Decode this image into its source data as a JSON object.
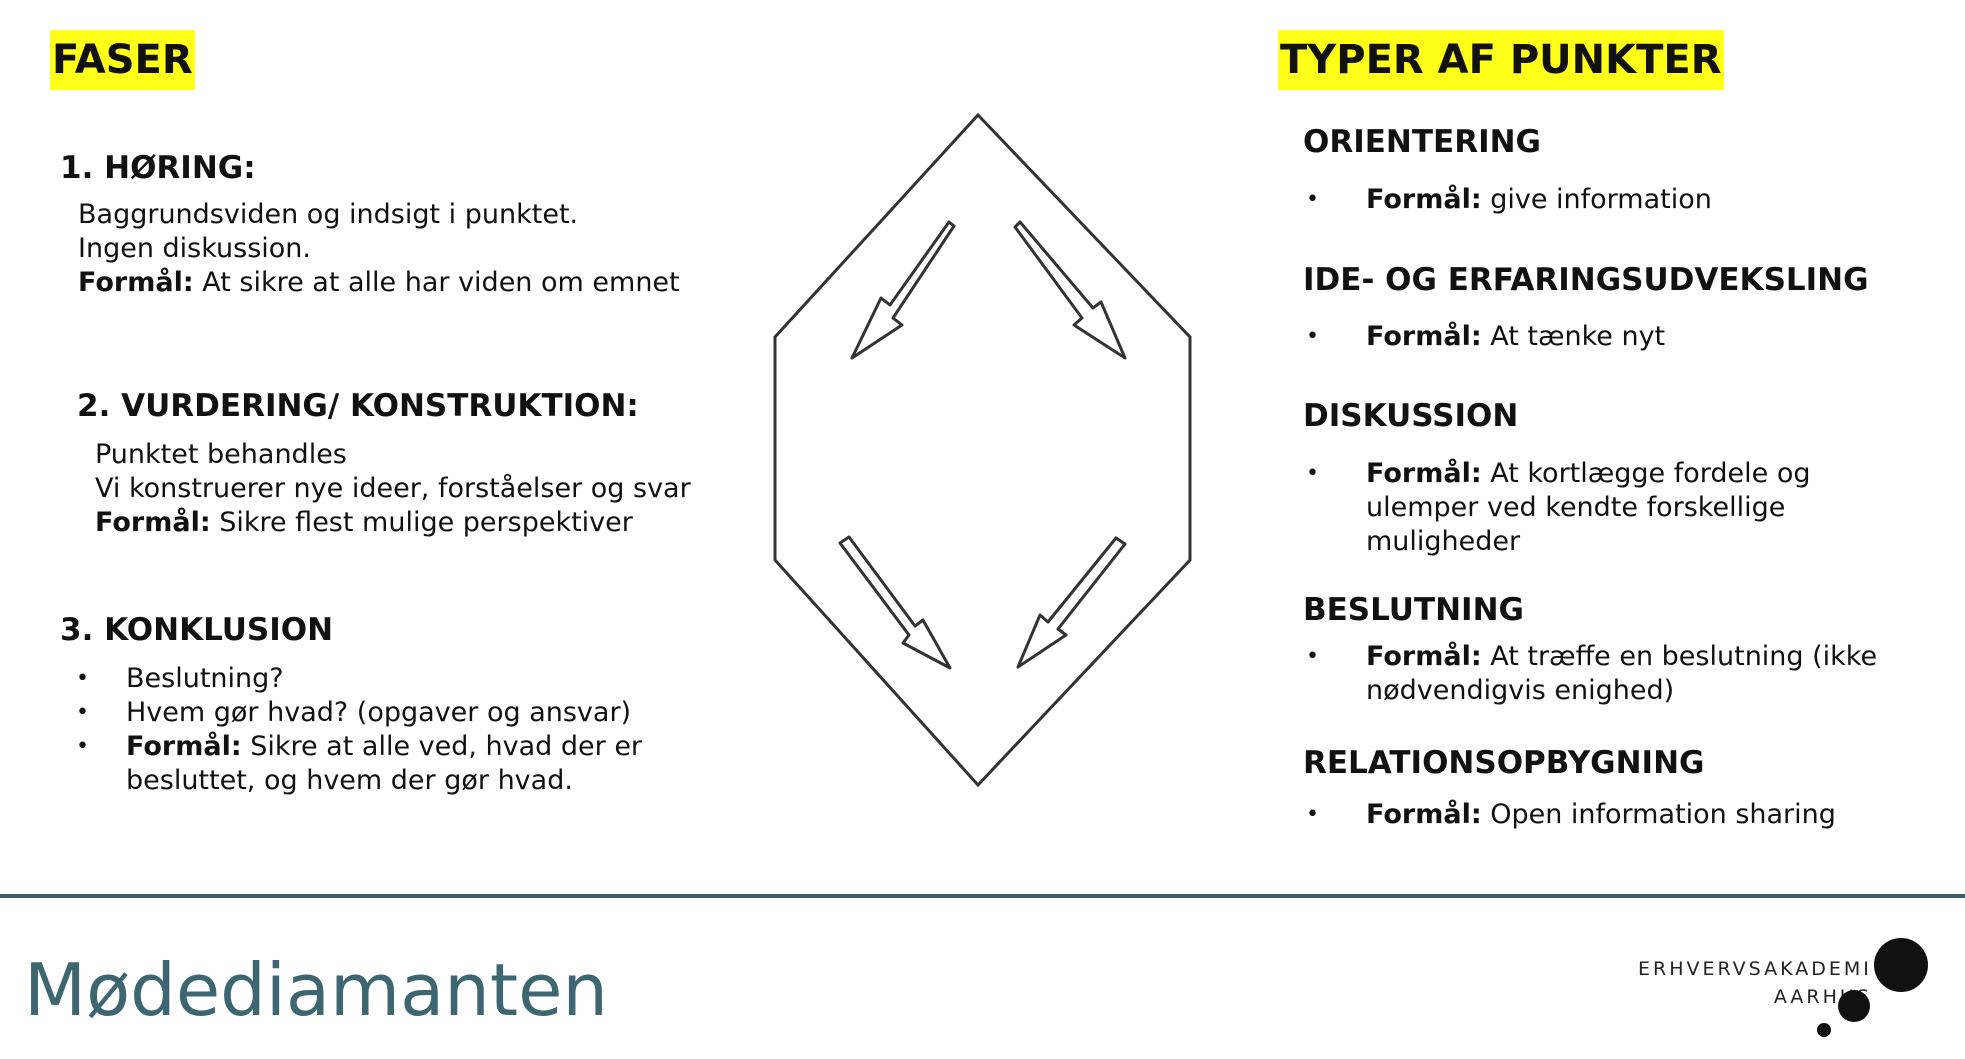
{
  "left": {
    "header": "FASER",
    "phases": [
      {
        "title": "1. HØRING:",
        "lines": [
          "Baggrundsviden og indsigt i punktet.",
          "Ingen diskussion."
        ],
        "purpose_label": "Formål:",
        "purpose": " At sikre at alle har viden om emnet"
      },
      {
        "title": "2. VURDERING/ KONSTRUKTION:",
        "lines": [
          "Punktet behandles",
          "Vi konstruerer nye ideer, forståelser og svar"
        ],
        "purpose_label": "Formål:",
        "purpose": " Sikre flest mulige perspektiver"
      },
      {
        "title": "3. KONKLUSION",
        "bullets": [
          "Beslutning?",
          "Hvem gør hvad? (opgaver og ansvar)"
        ],
        "purpose_label": "Formål:",
        "purpose": " Sikre at alle ved, hvad der er besluttet, og hvem der gør hvad."
      }
    ]
  },
  "right": {
    "header": "TYPER AF PUNKTER",
    "types": [
      {
        "title": "ORIENTERING",
        "purpose_label": "Formål:",
        "purpose": " give information"
      },
      {
        "title": "IDE- OG ERFARINGSUDVEKSLING",
        "purpose_label": "Formål:",
        "purpose": " At tænke nyt"
      },
      {
        "title": "DISKUSSION",
        "purpose_label": "Formål:",
        "purpose": " At kortlægge fordele og ulemper ved kendte forskellige muligheder"
      },
      {
        "title": "BESLUTNING",
        "purpose_label": "Formål:",
        "purpose": " At træffe en beslutning (ikke nødvendigvis enighed)"
      },
      {
        "title": "RELATIONSOPBYGNING",
        "purpose_label": "Formål:",
        "purpose": " Open information sharing"
      }
    ]
  },
  "footer": {
    "title": "Mødediamanten",
    "logo_line1": "ERHVERVSAKADEMI",
    "logo_line2": "AARHUS"
  },
  "colors": {
    "highlight": "#ffff1a",
    "brand": "#3e6670",
    "divider": "#3e5e68"
  }
}
